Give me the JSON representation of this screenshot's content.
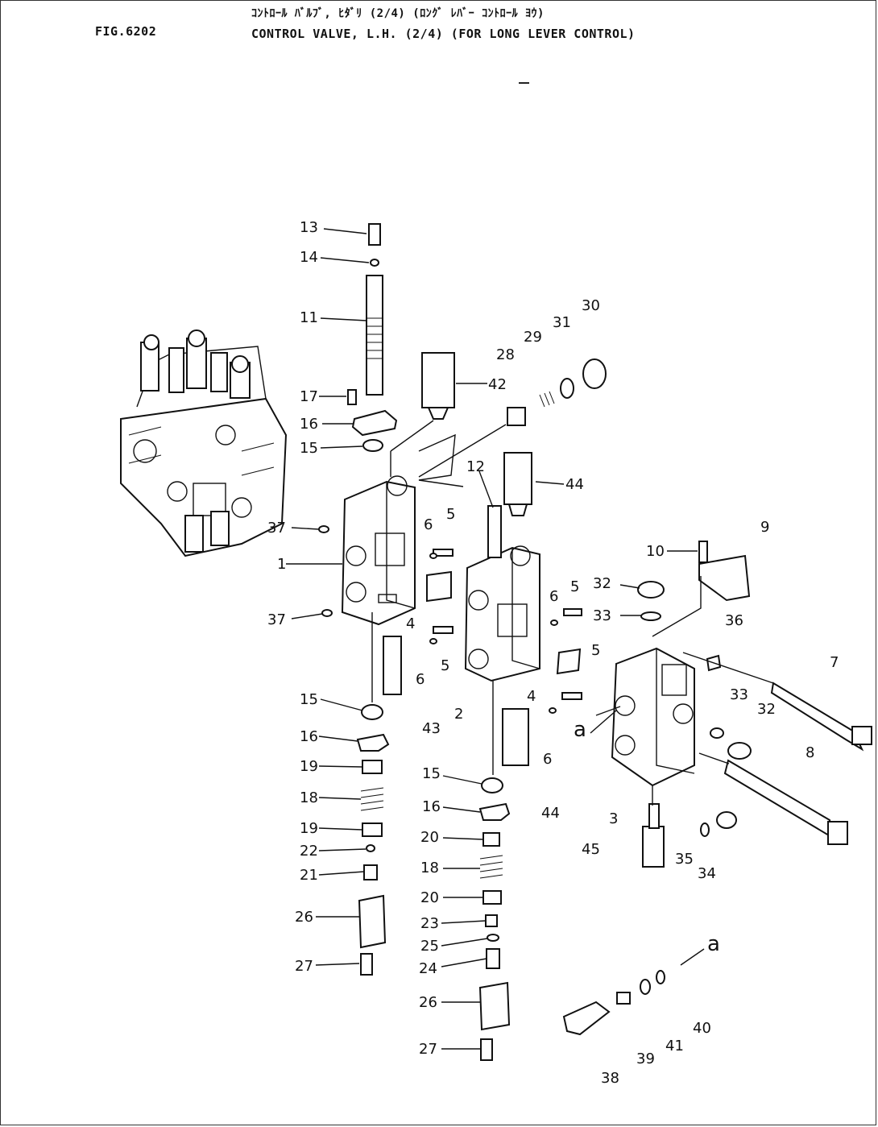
{
  "header": {
    "fig_no": "FIG.6202",
    "title_jp": "ｺﾝﾄﾛｰﾙ ﾊﾞﾙﾌﾞ, ﾋﾀﾞﾘ (2/4) (ﾛﾝｸﾞ ﾚﾊﾞｰ ｺﾝﾄﾛｰﾙ ﾖｳ)",
    "title_en": "CONTROL VALVE, L.H. (2/4) (FOR LONG LEVER CONTROL)"
  },
  "callouts": [
    {
      "id": "c13",
      "text": "13"
    },
    {
      "id": "c14",
      "text": "14"
    },
    {
      "id": "c11",
      "text": "11"
    },
    {
      "id": "c17",
      "text": "17"
    },
    {
      "id": "c16a",
      "text": "16"
    },
    {
      "id": "c15a",
      "text": "15"
    },
    {
      "id": "c37a",
      "text": "37"
    },
    {
      "id": "c1",
      "text": "1"
    },
    {
      "id": "c37b",
      "text": "37"
    },
    {
      "id": "c42",
      "text": "42"
    },
    {
      "id": "c28",
      "text": "28"
    },
    {
      "id": "c29",
      "text": "29"
    },
    {
      "id": "c31",
      "text": "31"
    },
    {
      "id": "c30",
      "text": "30"
    },
    {
      "id": "c12",
      "text": "12"
    },
    {
      "id": "c44a",
      "text": "44"
    },
    {
      "id": "c6a",
      "text": "6"
    },
    {
      "id": "c5a",
      "text": "5"
    },
    {
      "id": "c4a",
      "text": "4"
    },
    {
      "id": "c6b",
      "text": "6"
    },
    {
      "id": "c5b",
      "text": "5"
    },
    {
      "id": "c43",
      "text": "43"
    },
    {
      "id": "c2",
      "text": "2"
    },
    {
      "id": "c6c",
      "text": "6"
    },
    {
      "id": "c5c",
      "text": "5"
    },
    {
      "id": "c4b",
      "text": "4"
    },
    {
      "id": "c5d",
      "text": "5"
    },
    {
      "id": "c6d",
      "text": "6"
    },
    {
      "id": "c44b",
      "text": "44"
    },
    {
      "id": "c15b",
      "text": "15"
    },
    {
      "id": "c16b",
      "text": "16"
    },
    {
      "id": "c19a",
      "text": "19"
    },
    {
      "id": "c18a",
      "text": "18"
    },
    {
      "id": "c19b",
      "text": "19"
    },
    {
      "id": "c22",
      "text": "22"
    },
    {
      "id": "c21",
      "text": "21"
    },
    {
      "id": "c26a",
      "text": "26"
    },
    {
      "id": "c27a",
      "text": "27"
    },
    {
      "id": "c15c",
      "text": "15"
    },
    {
      "id": "c16c",
      "text": "16"
    },
    {
      "id": "c20a",
      "text": "20"
    },
    {
      "id": "c18b",
      "text": "18"
    },
    {
      "id": "c20b",
      "text": "20"
    },
    {
      "id": "c23",
      "text": "23"
    },
    {
      "id": "c25",
      "text": "25"
    },
    {
      "id": "c24",
      "text": "24"
    },
    {
      "id": "c26b",
      "text": "26"
    },
    {
      "id": "c27b",
      "text": "27"
    },
    {
      "id": "c9",
      "text": "9"
    },
    {
      "id": "c10",
      "text": "10"
    },
    {
      "id": "c32a",
      "text": "32"
    },
    {
      "id": "c33a",
      "text": "33"
    },
    {
      "id": "c36",
      "text": "36"
    },
    {
      "id": "c7",
      "text": "7"
    },
    {
      "id": "c33b",
      "text": "33"
    },
    {
      "id": "c32b",
      "text": "32"
    },
    {
      "id": "c8",
      "text": "8"
    },
    {
      "id": "ca1",
      "text": "a"
    },
    {
      "id": "c3",
      "text": "3"
    },
    {
      "id": "c45",
      "text": "45"
    },
    {
      "id": "c35",
      "text": "35"
    },
    {
      "id": "c34",
      "text": "34"
    },
    {
      "id": "ca2",
      "text": "a"
    },
    {
      "id": "c40",
      "text": "40"
    },
    {
      "id": "c41",
      "text": "41"
    },
    {
      "id": "c39",
      "text": "39"
    },
    {
      "id": "c38",
      "text": "38"
    }
  ]
}
